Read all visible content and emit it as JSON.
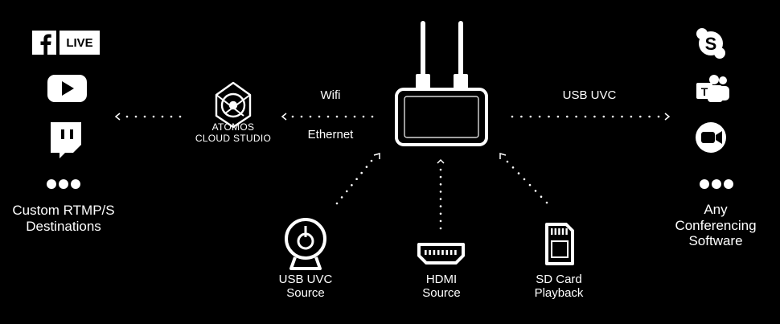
{
  "left": {
    "facebook_live_text": "LIVE",
    "icons": [
      "facebook-icon",
      "youtube-icon",
      "twitch-icon",
      "more-dots-icon"
    ],
    "destinations_label_line1": "Custom RTMP/S",
    "destinations_label_line2": "Destinations"
  },
  "cloud": {
    "logo_icon": "atomos-logo-icon",
    "name_line1": "ATOMOS",
    "name_line2": "CLOUD STUDIO"
  },
  "connections": {
    "wifi": "Wifi",
    "ethernet": "Ethernet",
    "usb_uvc": "USB UVC"
  },
  "sources": [
    {
      "icon": "webcam-icon",
      "line1": "USB UVC",
      "line2": "Source"
    },
    {
      "icon": "hdmi-icon",
      "line1": "HDMI",
      "line2": "Source"
    },
    {
      "icon": "sd-card-icon",
      "line1": "SD Card",
      "line2": "Playback"
    }
  ],
  "right": {
    "icons": [
      "skype-icon",
      "teams-icon",
      "zoom-icon",
      "more-dots-icon"
    ],
    "software_label_line1": "Any",
    "software_label_line2": "Conferencing",
    "software_label_line3": "Software"
  },
  "colors": {
    "background": "#000000",
    "foreground": "#ffffff"
  }
}
